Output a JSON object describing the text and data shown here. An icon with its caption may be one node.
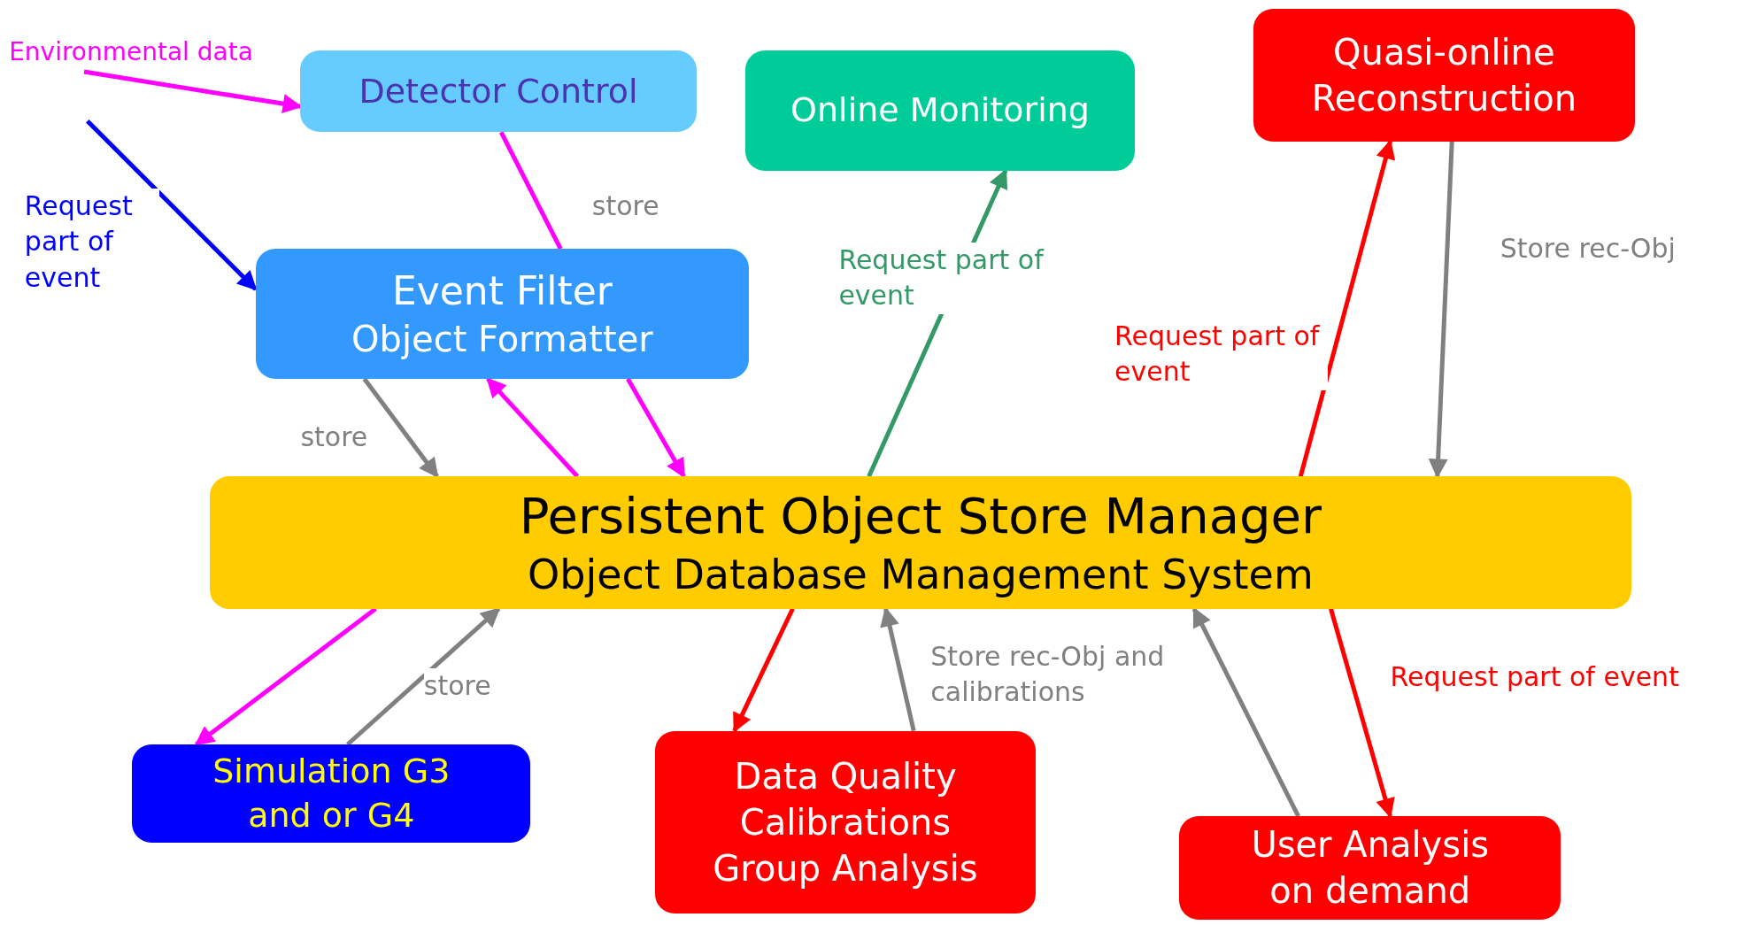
{
  "diagram": {
    "nodes": [
      {
        "text": [
          "Detector Control"
        ]
      },
      {
        "text": [
          "Online Monitoring"
        ]
      },
      {
        "text": [
          "Quasi-online Reconstruction"
        ]
      },
      {
        "text": [
          "Event Filter",
          "Object Formatter"
        ]
      },
      {
        "text": [
          "Persistent Object Store Manager",
          "Object Database Management System"
        ]
      },
      {
        "text": [
          "Simulation G3 and or G4"
        ]
      },
      {
        "text": [
          "Data Quality",
          "Calibrations",
          "Group Analysis"
        ]
      },
      {
        "text": [
          "User Analysis on demand"
        ]
      },
      {
        "text": [
          "Environmental data"
        ]
      }
    ],
    "edges": [
      {
        "from": 8,
        "to": 0,
        "arrow": "to",
        "color": "#ff00ff"
      },
      {
        "from": null,
        "to": 3,
        "arrow": "to",
        "label": "Request part of event",
        "color": "#0000ff"
      },
      {
        "from": 0,
        "to": 3,
        "arrow": "none",
        "label": "store",
        "color": "#ff00ff"
      },
      {
        "from": 3,
        "to": 4,
        "arrow": "to",
        "color": "#ff00ff"
      },
      {
        "from": 4,
        "to": 3,
        "arrow": "to",
        "color": "#ff00ff"
      },
      {
        "from": 3,
        "to": 4,
        "arrow": "to",
        "label": "store",
        "color": "#808080"
      },
      {
        "from": 4,
        "to": 1,
        "arrow": "to",
        "label": "Request part of event",
        "color": "#339966"
      },
      {
        "from": 4,
        "to": 2,
        "arrow": "to",
        "label": "Request part of event",
        "color": "#ff0000"
      },
      {
        "from": 2,
        "to": 4,
        "arrow": "to",
        "label": "Store rec-Obj",
        "color": "#808080"
      },
      {
        "from": 4,
        "to": 5,
        "arrow": "to",
        "color": "#ff00ff"
      },
      {
        "from": 5,
        "to": 4,
        "arrow": "to",
        "label": "store",
        "color": "#808080"
      },
      {
        "from": 4,
        "to": 6,
        "arrow": "to",
        "color": "#ff0000"
      },
      {
        "from": 6,
        "to": 4,
        "arrow": "to",
        "label": "Store rec-Obj and calibrations",
        "color": "#808080"
      },
      {
        "from": 7,
        "to": 4,
        "arrow": "to",
        "color": "#808080"
      },
      {
        "from": 4,
        "to": 7,
        "arrow": "to",
        "label": "Request part of event",
        "color": "#ff0000"
      }
    ]
  }
}
